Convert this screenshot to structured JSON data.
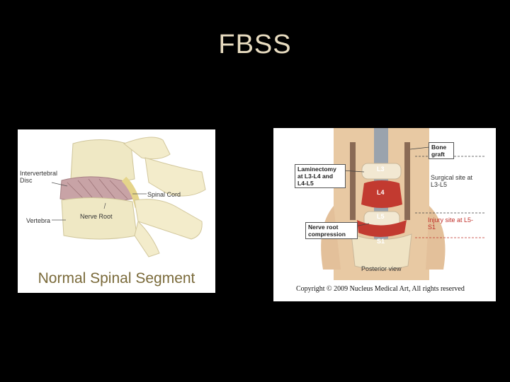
{
  "slide": {
    "title": "FBSS"
  },
  "left_figure": {
    "labels": {
      "intervertebral_disc": "Intervertebral Disc",
      "vertebra": "Vertebra",
      "spinal_cord": "Spinal Cord",
      "nerve_root": "Nerve Root"
    },
    "caption": "Normal Spinal Segment"
  },
  "right_figure": {
    "labels": {
      "laminectomy": "Laminectomy at L3-L4 and L4-L5",
      "bone_graft": "Bone graft",
      "surgical_site": "Surgical site at L3-L5",
      "injury_site": "Injury site at L5-S1",
      "nerve_root_compression": "Nerve root compression",
      "l3": "L3",
      "l4": "L4",
      "l5": "L5",
      "s1": "S1",
      "posterior_view": "Posterior view"
    },
    "copyright": "Copyright © 2009 Nucleus Medical Art, All rights reserved"
  }
}
